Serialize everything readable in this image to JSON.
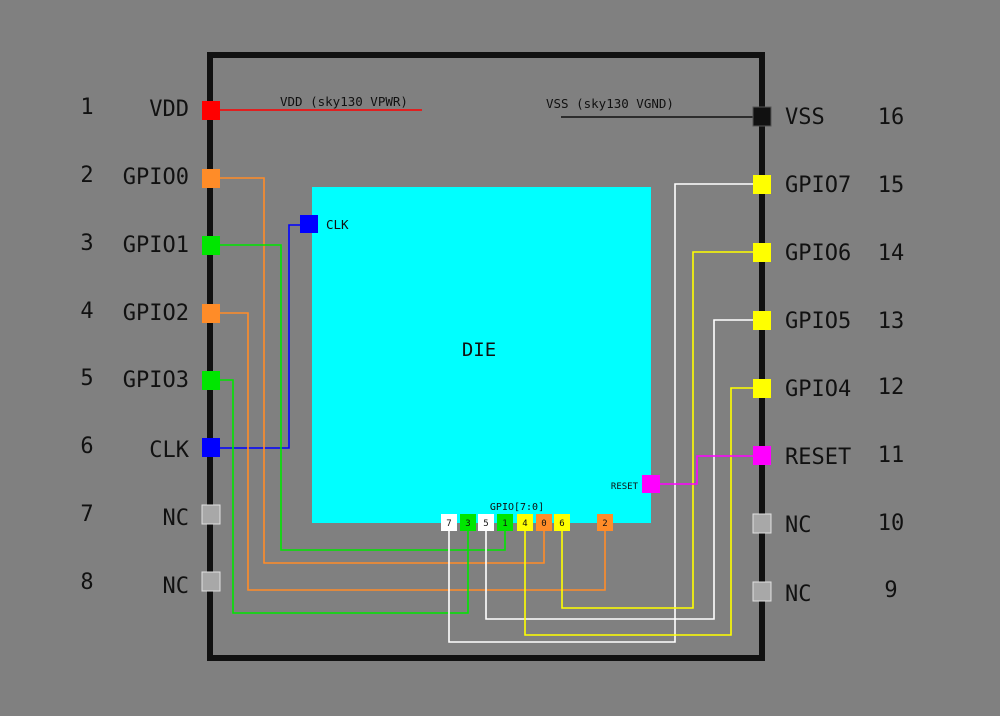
{
  "die_label": "DIE",
  "vdd_rail_label": "VDD (sky130 VPWR)",
  "vss_rail_label": "VSS (sky130 VGND)",
  "clk_pad_label": "CLK",
  "reset_pad_label": "RESET",
  "gpio_bus_label": "GPIO[7:0]",
  "colors": {
    "background": "#808080",
    "package_outline": "#111111",
    "die": "#00ffff",
    "power": "#ff0000",
    "ground": "#111111",
    "clock": "#0000ff",
    "reset": "#ff00ff",
    "gpio_green": "#00e600",
    "gpio_orange": "#ff8c28",
    "gpio_yellow": "#ffff00",
    "gpio_white": "#ffffff",
    "nc": "#a8a8a8"
  },
  "left_pins": [
    {
      "number": "1",
      "name": "VDD"
    },
    {
      "number": "2",
      "name": "GPIO0"
    },
    {
      "number": "3",
      "name": "GPIO1"
    },
    {
      "number": "4",
      "name": "GPIO2"
    },
    {
      "number": "5",
      "name": "GPIO3"
    },
    {
      "number": "6",
      "name": "CLK"
    },
    {
      "number": "7",
      "name": "NC"
    },
    {
      "number": "8",
      "name": "NC"
    }
  ],
  "right_pins": [
    {
      "number": "16",
      "name": "VSS"
    },
    {
      "number": "15",
      "name": "GPIO7"
    },
    {
      "number": "14",
      "name": "GPIO6"
    },
    {
      "number": "13",
      "name": "GPIO5"
    },
    {
      "number": "12",
      "name": "GPIO4"
    },
    {
      "number": "11",
      "name": "RESET"
    },
    {
      "number": "10",
      "name": "NC"
    },
    {
      "number": "9",
      "name": "NC"
    }
  ],
  "die_gpio_pads": [
    {
      "label": "7",
      "color": "#ffffff"
    },
    {
      "label": "3",
      "color": "#00e600"
    },
    {
      "label": "5",
      "color": "#ffffff"
    },
    {
      "label": "1",
      "color": "#00e600"
    },
    {
      "label": "4",
      "color": "#ffff00"
    },
    {
      "label": "0",
      "color": "#ff8c28"
    },
    {
      "label": "6",
      "color": "#ffff00"
    },
    {
      "label": "2",
      "color": "#ff8c28"
    }
  ]
}
